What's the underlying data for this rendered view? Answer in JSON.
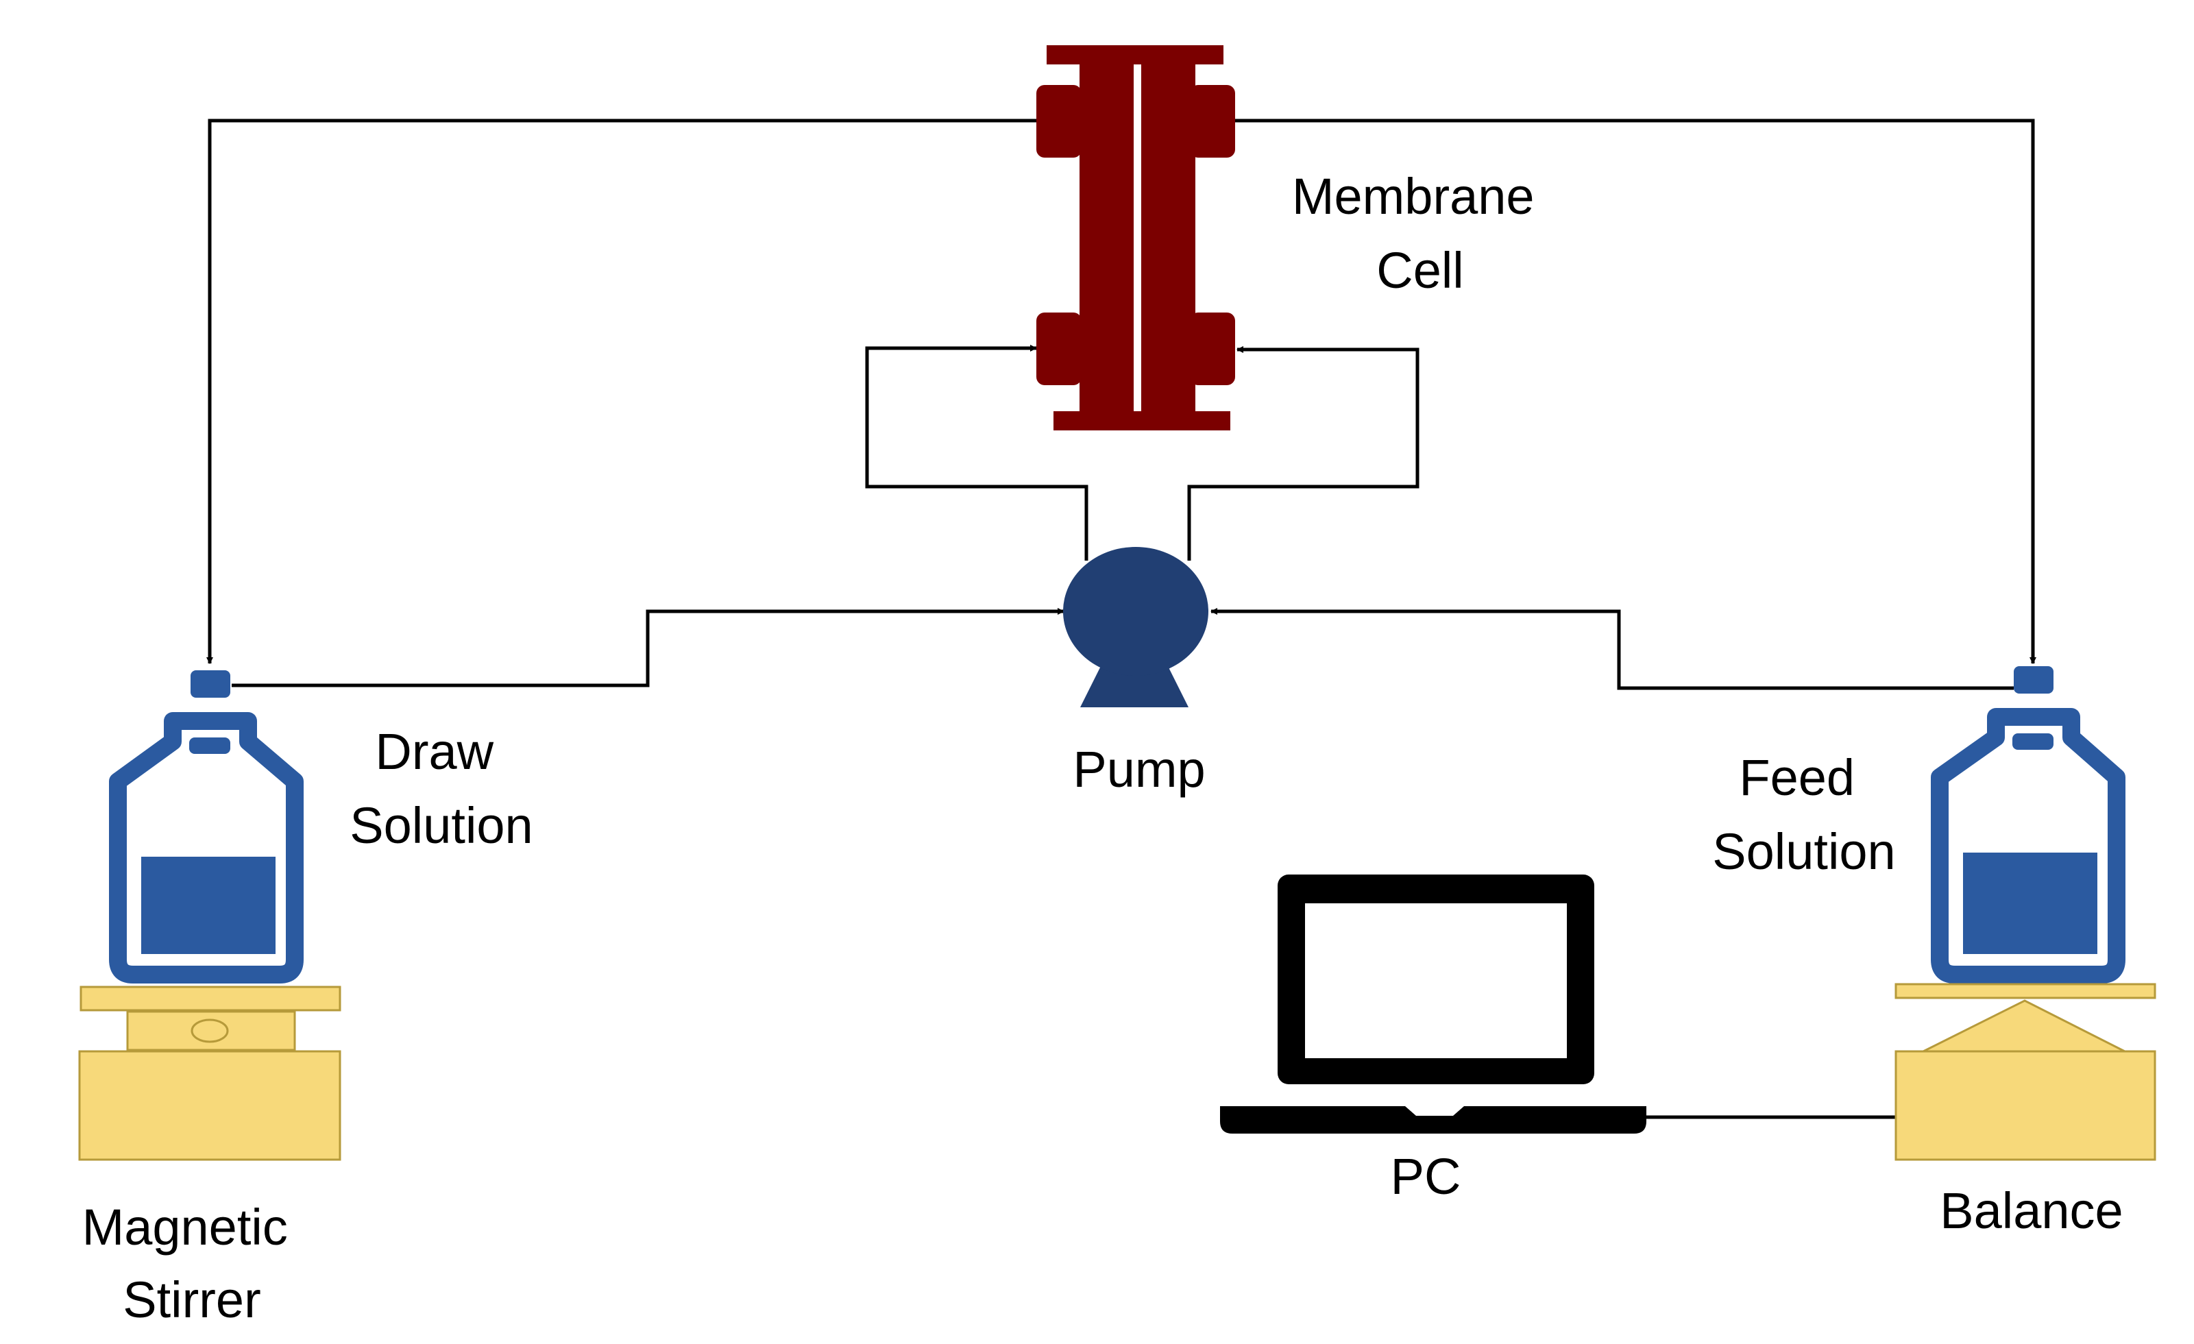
{
  "labels": {
    "membrane_cell": [
      "Membrane",
      "Cell"
    ],
    "pump": "Pump",
    "draw_solution": [
      "Draw",
      "Solution"
    ],
    "feed_solution": [
      "Feed",
      "Solution"
    ],
    "magnetic_stirrer": [
      "Magnetic",
      "Stirrer"
    ],
    "balance": "Balance",
    "pc": "PC"
  },
  "colors": {
    "membrane": "#7b0000",
    "pump": "#213f73",
    "bottle": "#2b5aa0",
    "equipment": "#f7d97a",
    "equipment_outline": "#b69a3a",
    "laptop": "#000000",
    "line": "#000000"
  }
}
